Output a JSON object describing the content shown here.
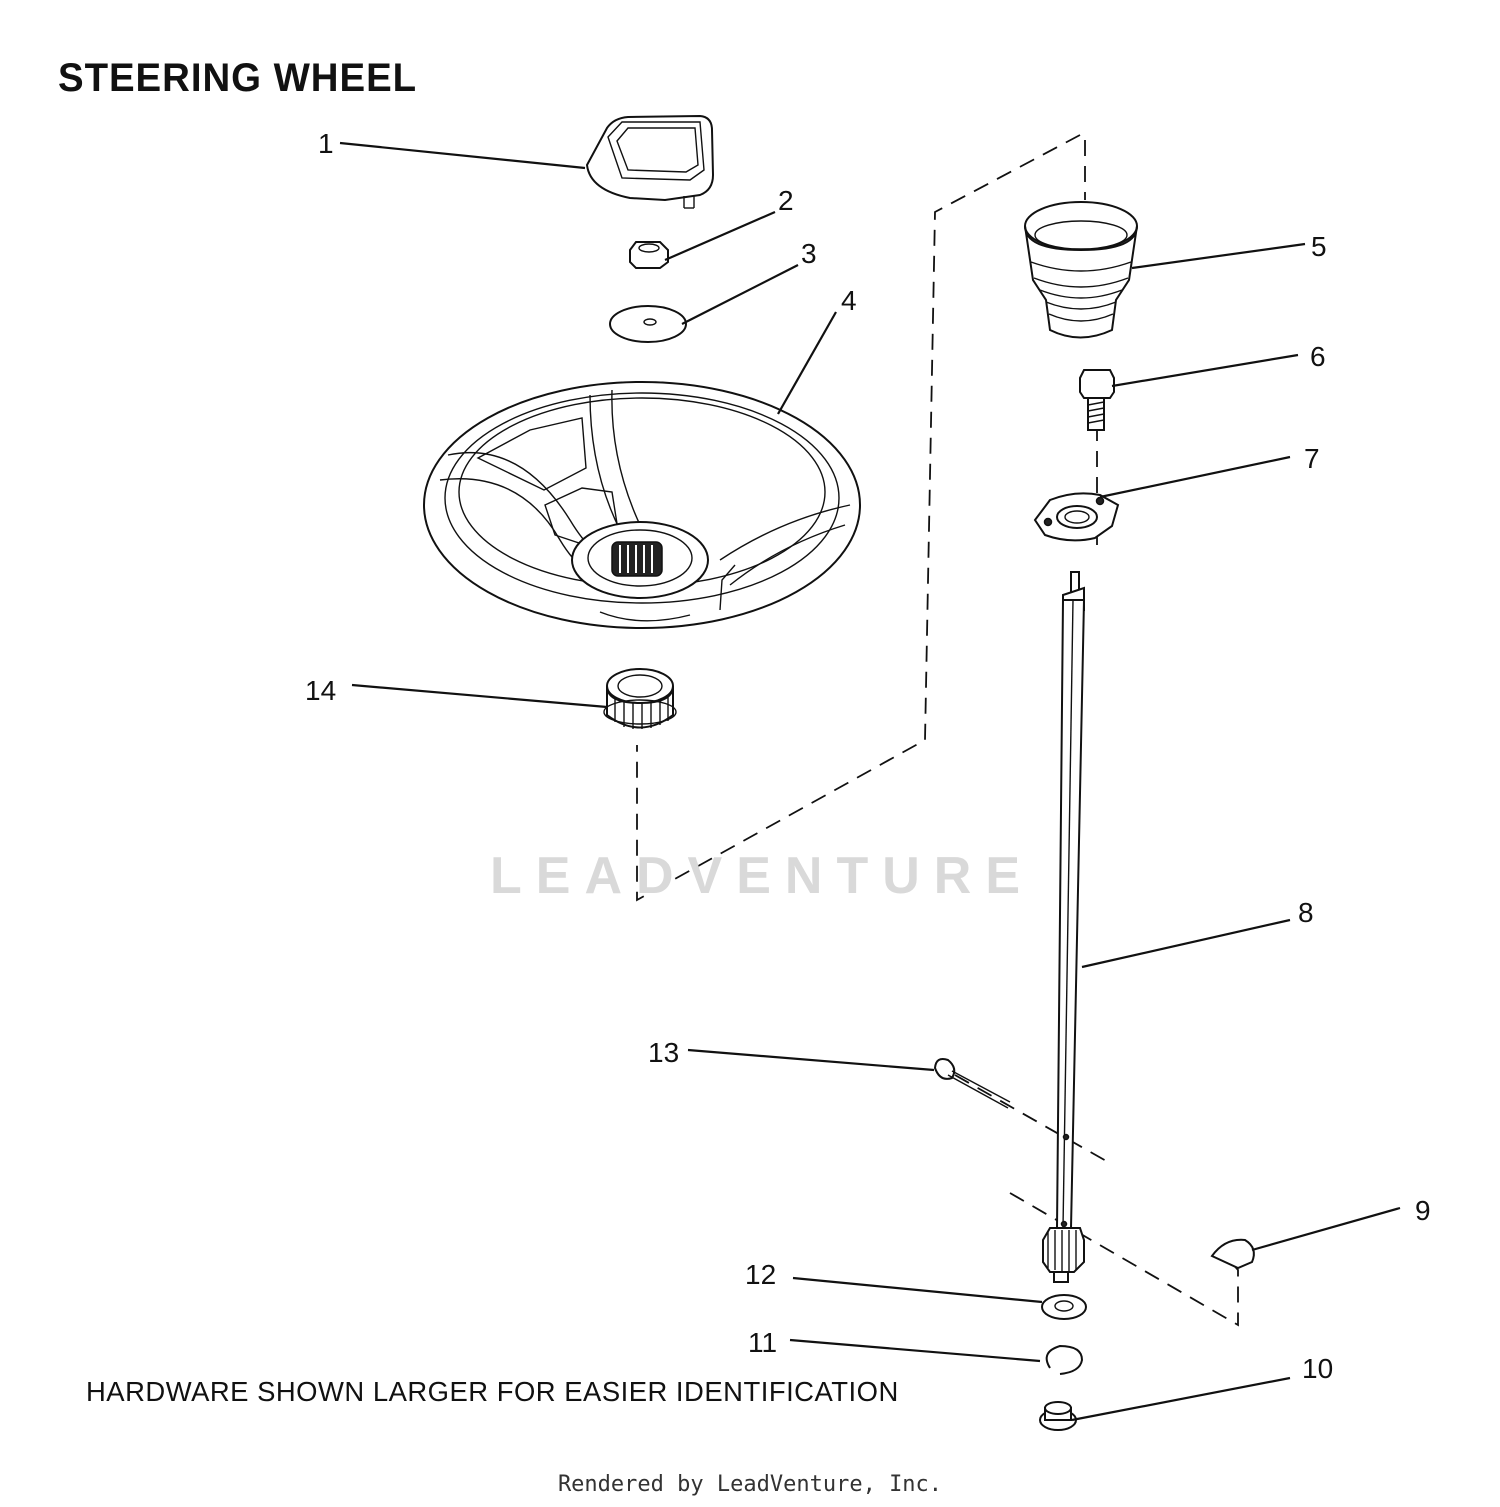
{
  "title": "STEERING WHEEL",
  "note": "HARDWARE SHOWN LARGER FOR EASIER IDENTIFICATION",
  "footer": "Rendered by LeadVenture, Inc.",
  "watermark": "LEADVENTURE",
  "callouts": [
    "1",
    "2",
    "3",
    "4",
    "5",
    "6",
    "7",
    "8",
    "9",
    "10",
    "11",
    "12",
    "13",
    "14"
  ],
  "parts": [
    {
      "id": "1",
      "icon": "center-cap-icon"
    },
    {
      "id": "2",
      "icon": "hex-nut-icon"
    },
    {
      "id": "3",
      "icon": "flat-washer-icon"
    },
    {
      "id": "4",
      "icon": "steering-wheel-icon"
    },
    {
      "id": "5",
      "icon": "bellows-boot-icon"
    },
    {
      "id": "6",
      "icon": "hex-bolt-icon"
    },
    {
      "id": "7",
      "icon": "flange-bearing-icon"
    },
    {
      "id": "8",
      "icon": "steering-shaft-icon"
    },
    {
      "id": "9",
      "icon": "bracket-icon"
    },
    {
      "id": "10",
      "icon": "bushing-icon"
    },
    {
      "id": "11",
      "icon": "retaining-ring-icon"
    },
    {
      "id": "12",
      "icon": "washer-icon"
    },
    {
      "id": "13",
      "icon": "cotter-pin-icon"
    },
    {
      "id": "14",
      "icon": "splined-adapter-icon"
    }
  ]
}
